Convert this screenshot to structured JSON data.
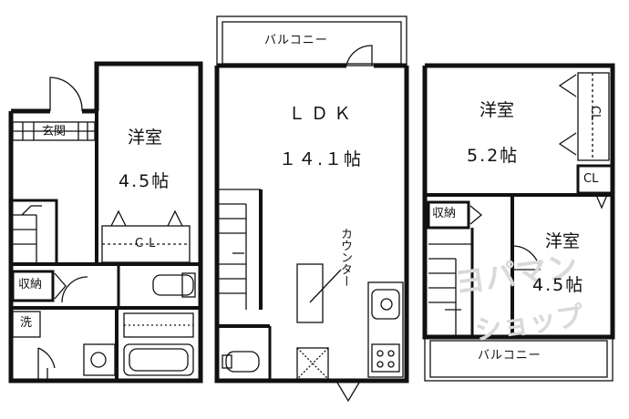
{
  "floor1": {
    "genkan": "玄関",
    "room_name": "洋室",
    "room_size": "4.5帖",
    "closet": "CL",
    "storage": "収納",
    "washer": "洗"
  },
  "floor2": {
    "balcony": "バルコニー",
    "ldk_name": "ＬＤＫ",
    "ldk_size": "１４.１帖",
    "counter": "カウンター"
  },
  "floor3": {
    "room_a_name": "洋室",
    "room_a_size": "5.2帖",
    "closet_a": "CL",
    "closet_b": "CL",
    "storage": "収納",
    "room_b_name": "洋室",
    "room_b_size": "4.5帖",
    "balcony": "バルコニー"
  },
  "watermark": {
    "line1": "ヨパマン",
    "line2": "ショップ"
  }
}
